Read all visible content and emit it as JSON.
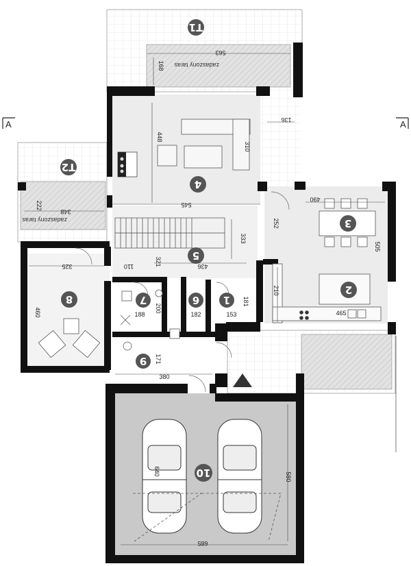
{
  "section_marks": {
    "left": "A",
    "right": "A"
  },
  "rooms": [
    {
      "id": "T1",
      "label": "T1"
    },
    {
      "id": "T2",
      "label": "T2"
    },
    {
      "id": "1",
      "label": "1"
    },
    {
      "id": "2",
      "label": "2"
    },
    {
      "id": "3",
      "label": "3"
    },
    {
      "id": "4",
      "label": "4"
    },
    {
      "id": "5",
      "label": "5"
    },
    {
      "id": "6",
      "label": "6"
    },
    {
      "id": "7",
      "label": "7"
    },
    {
      "id": "8",
      "label": "8"
    },
    {
      "id": "9",
      "label": "9"
    },
    {
      "id": "10",
      "label": "10"
    }
  ],
  "terrace_labels": {
    "top": "zadaszony taras",
    "left": "zadaszony taras"
  },
  "dimensions": {
    "d563": "563",
    "d168": "168",
    "d136": "136",
    "d448": "448",
    "d310": "310",
    "d545": "545",
    "d348": "348",
    "d222": "222",
    "d490": "490",
    "d252": "252",
    "d505": "505",
    "d333": "333",
    "d436": "436",
    "d110": "110",
    "d321": "321",
    "d325": "325",
    "d210": "210",
    "d465": "465",
    "d181": "181",
    "d153": "153",
    "d200": "200",
    "d188": "188",
    "d182": "182",
    "d460": "460",
    "d171": "171",
    "d380": "380",
    "d640": "640",
    "d580": "580",
    "d685": "685"
  }
}
